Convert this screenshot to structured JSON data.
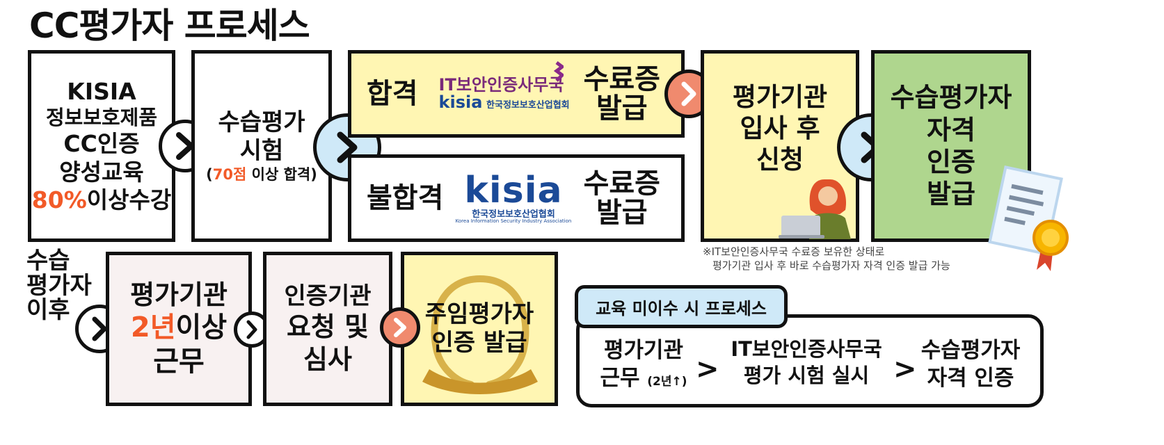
{
  "title": "CC평가자 프로세스",
  "box1": {
    "lines": [
      "KISIA",
      "정보보호제품",
      "CC인증",
      "양성교육"
    ],
    "highlight": "80%",
    "suffix": "이상수강"
  },
  "box2": {
    "lines": [
      "수습평가",
      "시험"
    ],
    "paren_open": "(",
    "score": "70점",
    "paren_rest": " 이상 합격)"
  },
  "pass_row": {
    "label": "합격",
    "logo_top": "IT보안인증사무국",
    "logo_brand": "kisia",
    "logo_brand_sub": "한국정보보호산업협회",
    "result": [
      "수료증",
      "발급"
    ]
  },
  "fail_row": {
    "label": "불합격",
    "logo_brand": "kisia",
    "logo_sub": "한국정보보호산업협회",
    "logo_sub_en": "Korea Information Security Industry Association",
    "result": [
      "수료증",
      "발급"
    ]
  },
  "apply_box": {
    "lines": [
      "평가기관",
      "입사 후",
      "신청"
    ]
  },
  "cert_box": {
    "lines": [
      "수습평가자",
      "자격",
      "인증",
      "발급"
    ]
  },
  "note": [
    "※IT보안인증사무국 수료증 보유한 상태로",
    "평가기관 입사 후 바로 수습평가자 자격 인증 발급 가능"
  ],
  "side_label": [
    "수습",
    "평가자",
    "이후"
  ],
  "work_box": {
    "line1": "평가기관",
    "highlight": "2년",
    "rest": "이상",
    "line3": "근무"
  },
  "review_box": {
    "lines": [
      "인증기관",
      "요청 및",
      "심사"
    ]
  },
  "chief_box": {
    "lines": [
      "주임평가자",
      "인증 발급"
    ]
  },
  "alt_process": {
    "header": "교육 미이수 시 프로세스",
    "step1": {
      "line1": "평가기관",
      "line2": "근무",
      "note": "(2년↑)"
    },
    "sep": ">",
    "step2": [
      "IT보안인증사무국",
      "평가 시험 실시"
    ],
    "step3": [
      "수습평가자",
      "자격 인증"
    ]
  },
  "colors": {
    "yellow": "#fff6b3",
    "green": "#afd68e",
    "pink": "#f8f1f1",
    "blue": "#cfe9f8",
    "orange": "#f08a6e",
    "accent_red": "#f25a28",
    "kisia_blue": "#1b4a97",
    "logo_purple": "#8a2a8a"
  }
}
